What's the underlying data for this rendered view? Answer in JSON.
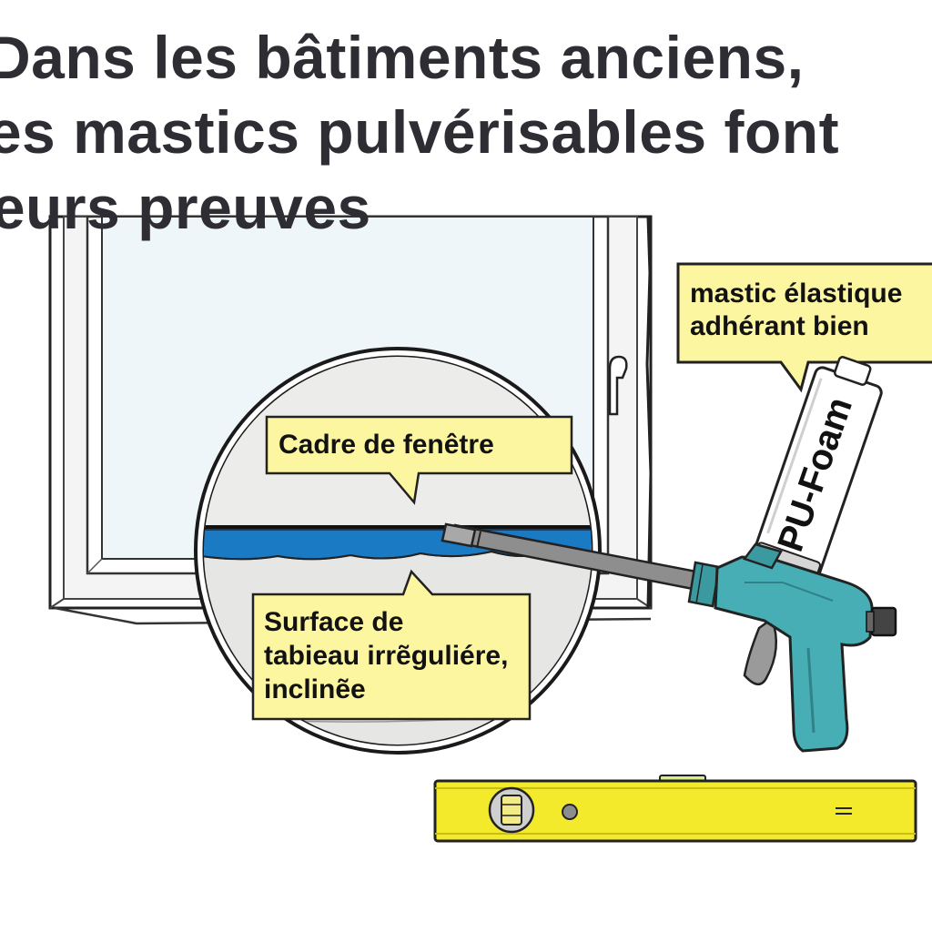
{
  "title": {
    "line1": "Dans les bâtiments anciens,",
    "line2": "les mastics pulvérisables font",
    "line3": "leurs preuves"
  },
  "callouts": {
    "sealant": {
      "line1": "mastic élastique",
      "line2": "adhérant bien"
    },
    "frame": {
      "text": "Cadre de fenêtre"
    },
    "surface": {
      "line1": "Surface de",
      "line2": "tabieau irrẽguliére,",
      "line3": "inclinẽe"
    }
  },
  "can": {
    "label": "PU-Foam"
  },
  "colors": {
    "callout_fill": "#fdf6a0",
    "sealant_blue": "#1a7ac4",
    "gun_teal": "#46aeb4",
    "level_yellow": "#f4ea2c",
    "window_glass": "#eef6f9"
  }
}
